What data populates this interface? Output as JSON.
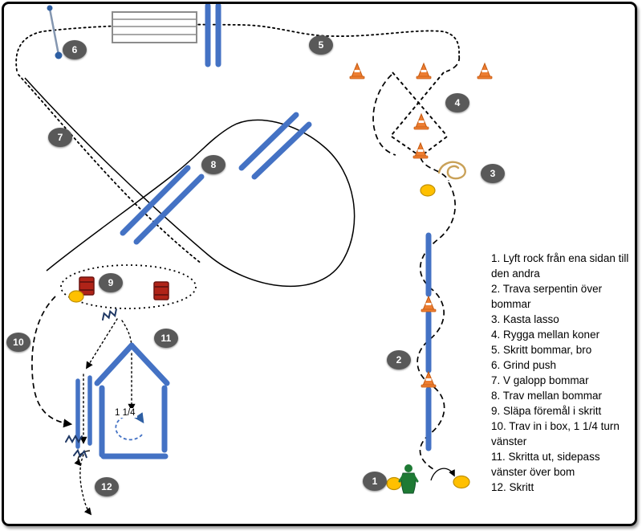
{
  "diagram": {
    "legend": {
      "items": [
        "1. Lyft rock från ena sidan till den andra",
        "2. Trava serpentin över bommar",
        "3. Kasta lasso",
        "4. Rygga mellan koner",
        "5. Skritt bommar, bro",
        "6. Grind push",
        "7. V galopp bommar",
        "8. Trav mellan bommar",
        "9. Släpa föremål i skritt",
        "10. Trav in i box, 1 1/4 turn vänster",
        "11. Skritta ut, sidepass vänster över bom",
        "12. Skritt"
      ]
    },
    "stations": [
      {
        "number": "1"
      },
      {
        "number": "2"
      },
      {
        "number": "3"
      },
      {
        "number": "4"
      },
      {
        "number": "5"
      },
      {
        "number": "6"
      },
      {
        "number": "7"
      },
      {
        "number": "8"
      },
      {
        "number": "9"
      },
      {
        "number": "10"
      },
      {
        "number": "11"
      },
      {
        "number": "12"
      }
    ],
    "annotations": {
      "turn_label": "1 1/4"
    }
  },
  "colors": {
    "pole_blue": "#4472C4",
    "badge_gray": "#595959",
    "cone_orange": "#ED7D31",
    "barrel_red": "#B02318",
    "ball_yellow": "#FFC000",
    "figure_green": "#1E7A34",
    "lasso_tan": "#C9A158",
    "gate_blue": "#2E5FA3",
    "squiggle_navy": "#1F3864",
    "path_black": "#000000"
  }
}
